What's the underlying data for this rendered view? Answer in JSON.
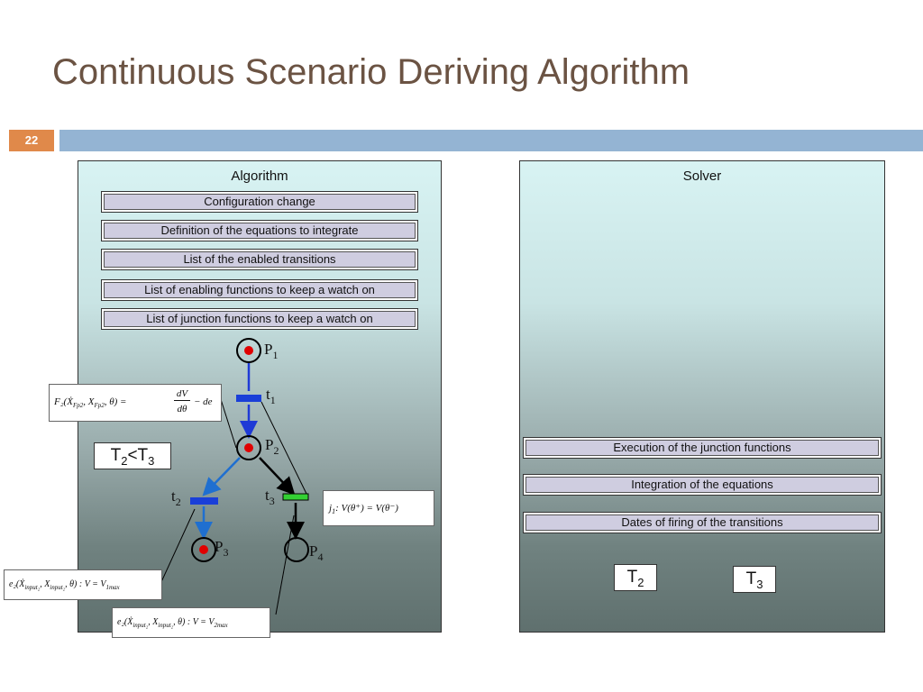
{
  "slide": {
    "title": "Continuous Scenario Deriving Algorithm",
    "number": "22"
  },
  "algorithm_panel": {
    "title": "Algorithm",
    "steps": [
      "Configuration change",
      "Definition of the equations to integrate",
      "List of the enabled transitions",
      "List of enabling functions to keep a watch on",
      "List of junction functions to keep a watch on"
    ]
  },
  "solver_panel": {
    "title": "Solver",
    "steps": [
      "Execution of the junction functions",
      "Integration of the equations",
      "Dates of firing of the transitions"
    ]
  },
  "petri_net": {
    "places": [
      {
        "base": "P",
        "sub": "1"
      },
      {
        "base": "P",
        "sub": "2"
      },
      {
        "base": "P",
        "sub": "3"
      },
      {
        "base": "P",
        "sub": "4"
      }
    ],
    "transitions": [
      {
        "base": "t",
        "sub": "1"
      },
      {
        "base": "t",
        "sub": "2"
      },
      {
        "base": "t",
        "sub": "3"
      }
    ],
    "colors": {
      "place_stroke": "#000000",
      "token": "#e00000",
      "arc_active": "#1f3ad6",
      "arc_alt": "#1f6fd0",
      "arc_black": "#000000",
      "transition_active": "#1a3fd8",
      "transition_enabled": "#33d033"
    }
  },
  "comparison": {
    "a_base": "T",
    "a_sub": "2",
    "op": "<",
    "b_base": "T",
    "b_sub": "3"
  },
  "solver_times": [
    {
      "base": "T",
      "sub": "2"
    },
    {
      "base": "T",
      "sub": "3"
    }
  ],
  "formulas": {
    "f2": {
      "lhs": "F₂(Ẋ",
      "sub1": "Fp2",
      "mid": ", X",
      "sub2": "Fp2",
      "end": ", θ) =",
      "num": "dV",
      "den": "dθ",
      "tail": "− de"
    },
    "j1": {
      "name": "j",
      "sub": "1",
      "body": ": V(θ⁺) = V(θ⁻)"
    },
    "e2a": {
      "lhs": "e₂(Ẋ",
      "sub1": "input₂",
      "mid": ", X",
      "sub2": "input₂",
      "end": ", θ) : V = V",
      "vsub": "1max"
    },
    "e2b": {
      "lhs": "e₂(Ẋ",
      "sub1": "input₂",
      "mid": ", X",
      "sub2": "input₂",
      "end": ", θ) : V = V",
      "vsub": "2max"
    }
  }
}
